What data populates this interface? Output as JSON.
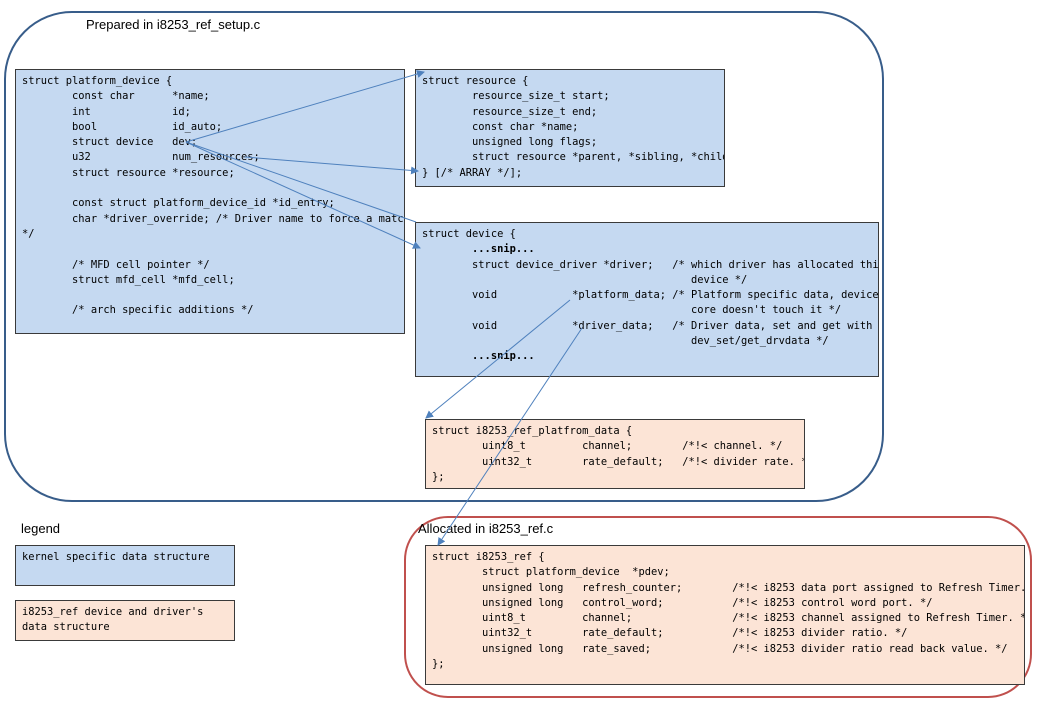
{
  "regions": {
    "setup": {
      "title": "Prepared in i8253_ref_setup.c",
      "color": "#385d8a"
    },
    "ref": {
      "title": "Allocated in i8253_ref.c",
      "color": "#c0504d"
    }
  },
  "structs": {
    "platform_device": "struct platform_device {\n        const char      *name;\n        int             id;\n        bool            id_auto;\n        struct device   dev;\n        u32             num_resources;\n        struct resource *resource;\n\n        const struct platform_device_id *id_entry;\n        char *driver_override; /* Driver name to force a match\n*/\n\n        /* MFD cell pointer */\n        struct mfd_cell *mfd_cell;\n\n        /* arch specific additions */",
    "resource": "struct resource {\n        resource_size_t start;\n        resource_size_t end;\n        const char *name;\n        unsigned long flags;\n        struct resource *parent, *sibling, *child;\n} [/* ARRAY */];",
    "device": "struct device {\n        ...snip...\n        struct device_driver *driver;   /* which driver has allocated this\n                                           device */\n        void            *platform_data; /* Platform specific data, device\n                                           core doesn't touch it */\n        void            *driver_data;   /* Driver data, set and get with\n                                           dev_set/get_drvdata */\n        ...snip...",
    "platform_data": "struct i8253_ref_platfrom_data {\n        uint8_t         channel;        /*!< channel. */\n        uint32_t        rate_default;   /*!< divider rate. */\n};",
    "i8253_ref": "struct i8253_ref {\n        struct platform_device  *pdev;\n        unsigned long   refresh_counter;        /*!< i8253 data port assigned to Refresh Timer. */\n        unsigned long   control_word;           /*!< i8253 control word port. */\n        uint8_t         channel;                /*!< i8253 channel assigned to Refresh Timer. */\n        uint32_t        rate_default;           /*!< i8253 divider ratio. */\n        unsigned long   rate_saved;             /*!< i8253 divider ratio read back value. */\n};"
  },
  "legend": {
    "title": "legend",
    "kernel": "kernel specific data structure",
    "driver": "i8253_ref device and driver's data structure"
  },
  "colors": {
    "kernel_fill": "#c5d9f1",
    "driver_fill": "#fce4d6",
    "arrow": "#4f81bd"
  },
  "arrows": [
    {
      "from": "platform_device.dev",
      "to": "device"
    },
    {
      "from": "platform_device.dev",
      "to": "resource"
    },
    {
      "from": "platform_device.num_resources",
      "to": "resource"
    },
    {
      "from": "device.platform_data",
      "to": "i8253_ref_platfrom_data"
    },
    {
      "from": "device.driver_data",
      "to": "i8253_ref"
    }
  ]
}
